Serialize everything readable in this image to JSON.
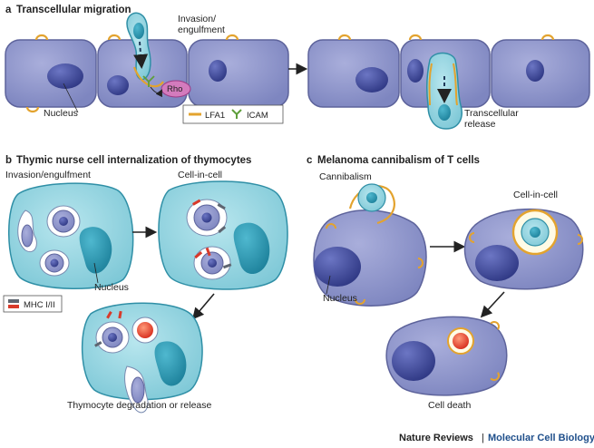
{
  "panel_a": {
    "letter": "a",
    "title": "Transcellular migration",
    "invasion_line1": "Invasion/",
    "invasion_line2": "engulfment",
    "rho": "Rho",
    "nucleus": "Nucleus",
    "legend_lfa1": "LFA1",
    "legend_icam": "ICAM",
    "release_line1": "Transcellular",
    "release_line2": "release"
  },
  "panel_b": {
    "letter": "b",
    "title": "Thymic nurse cell internalization of thymocytes",
    "invasion": "Invasion/engulfment",
    "cell_in_cell": "Cell-in-cell",
    "nucleus": "Nucleus",
    "mhc": "MHC I/II",
    "degradation": "Thymocyte degradation or release"
  },
  "panel_c": {
    "letter": "c",
    "title": "Melanoma cannibalism of T cells",
    "cannibalism": "Cannibalism",
    "cell_in_cell": "Cell-in-cell",
    "nucleus": "Nucleus",
    "cell_death": "Cell death"
  },
  "credit": {
    "journal": "Nature Reviews",
    "separator": "|",
    "section": "Molecular Cell Biology"
  },
  "colors": {
    "cell_fill": "#8c93c9",
    "cell_stroke": "#5d639b",
    "nucleus": "#3d4694",
    "teal_fill": "#8fd1dd",
    "teal_stroke": "#2f8fa6",
    "lfa1": "#e3a32e",
    "icam": "#5e9e3a",
    "rho": "#cc6ab0",
    "mhc_grey": "#5e6570",
    "mhc_red": "#d83a2a",
    "credit_blue": "#1f4f8b"
  }
}
